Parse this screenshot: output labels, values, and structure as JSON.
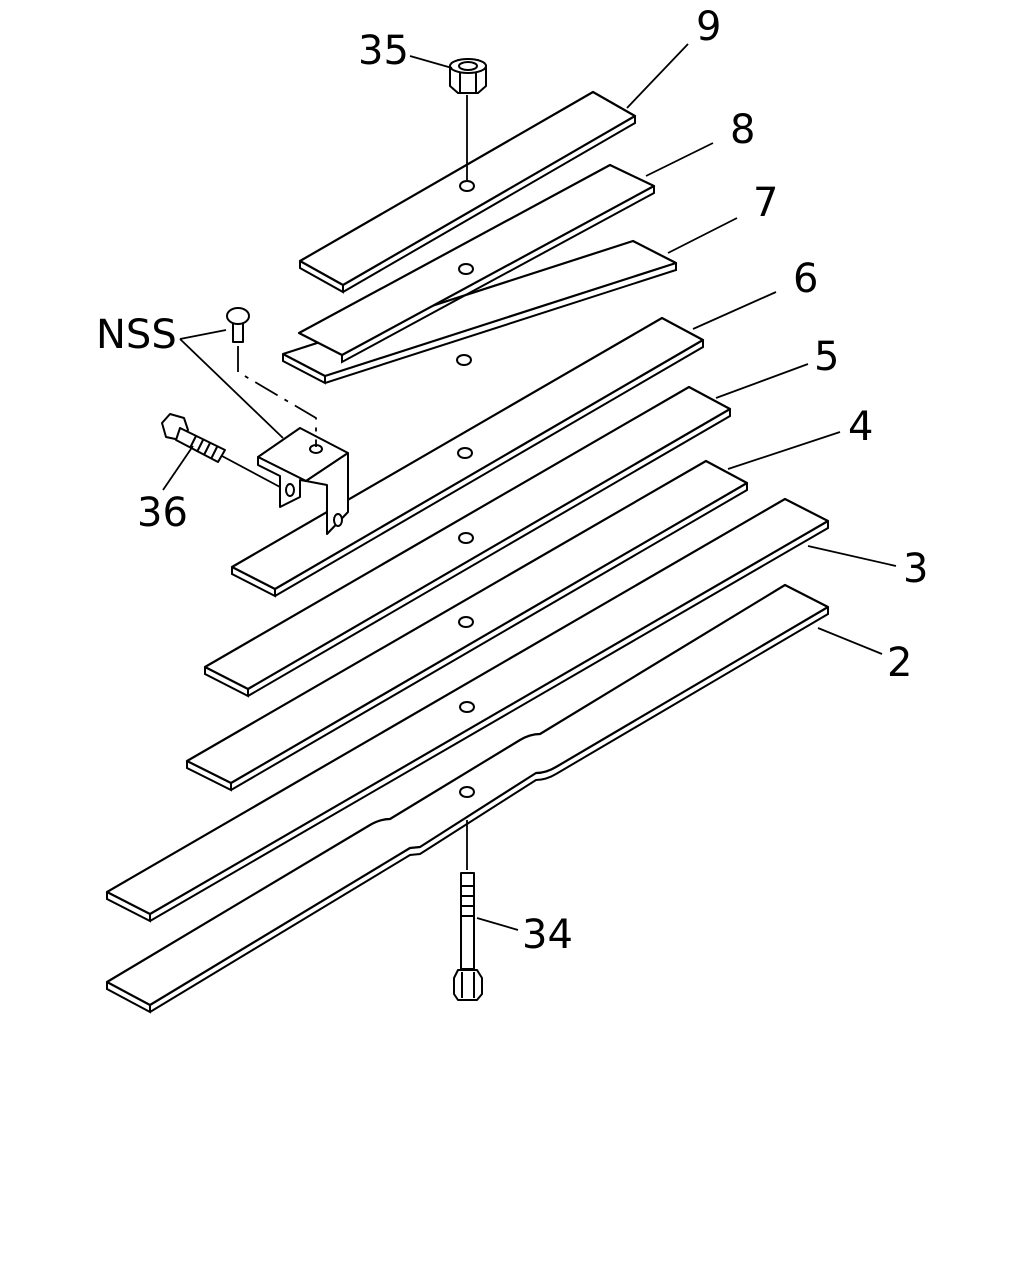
{
  "callouts": {
    "c9": "9",
    "c8": "8",
    "c7": "7",
    "c6": "6",
    "c5": "5",
    "c4": "4",
    "c3": "3",
    "c2": "2",
    "c35": "35",
    "c36": "36",
    "c34": "34",
    "nss": "NSS"
  }
}
